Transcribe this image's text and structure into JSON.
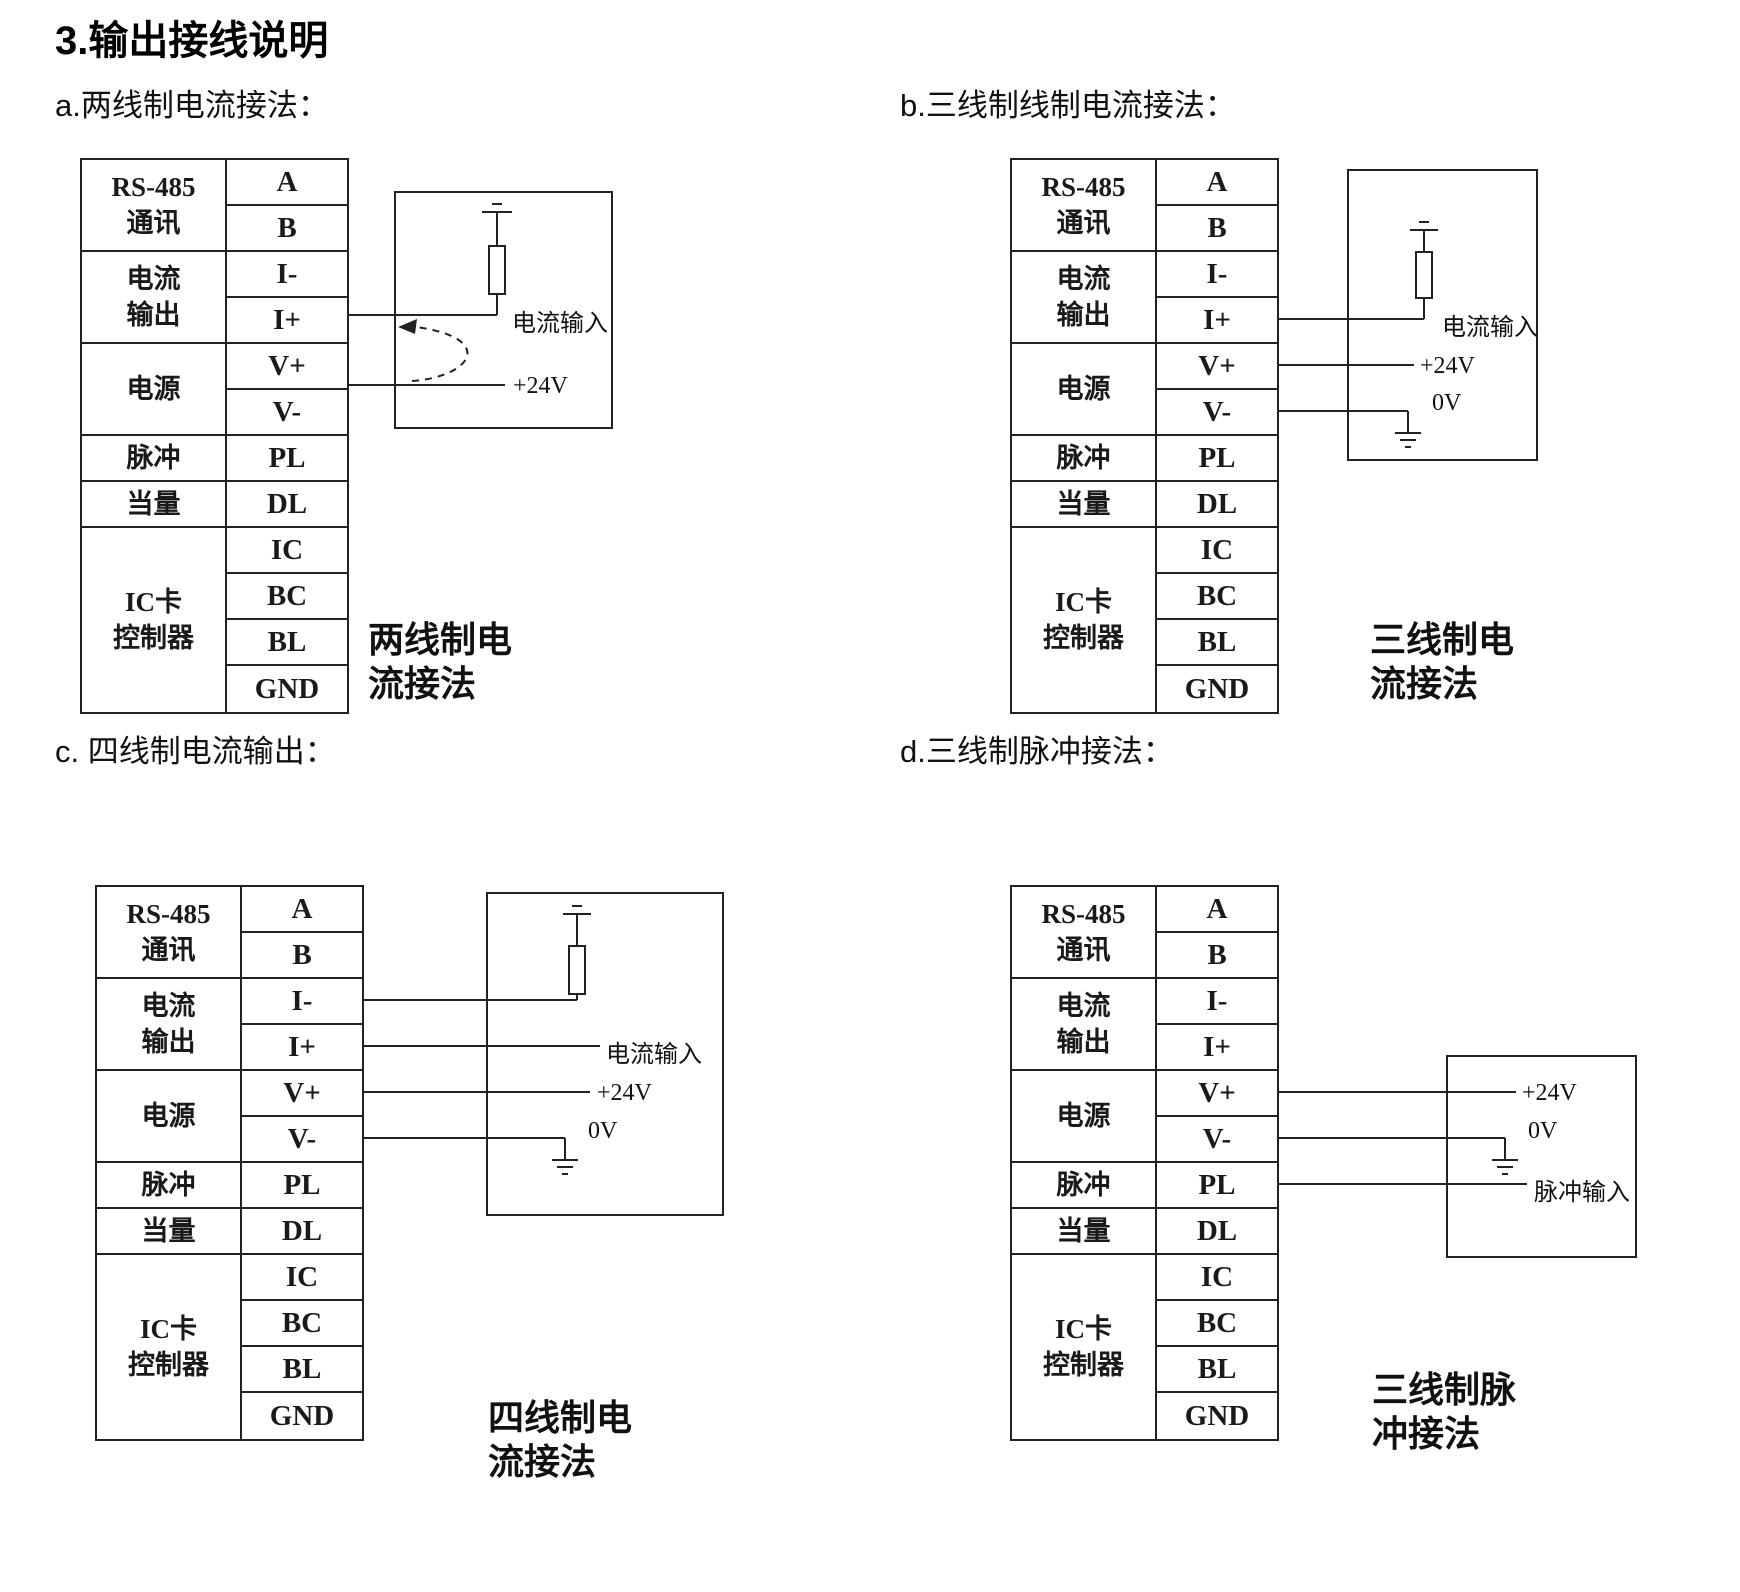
{
  "title": "3.输出接线说明",
  "terminal_table": {
    "groups": [
      {
        "line1": "RS-485",
        "line2": "通讯"
      },
      {
        "line1": "电流",
        "line2": "输出"
      },
      {
        "line1": "电源",
        "line2": ""
      },
      {
        "line1": "脉冲",
        "line2": ""
      },
      {
        "line1": "当量",
        "line2": ""
      },
      {
        "line1": "IC卡",
        "line2": "控制器"
      }
    ],
    "pins": [
      "A",
      "B",
      "I-",
      "I+",
      "V+",
      "V-",
      "PL",
      "DL",
      "IC",
      "BC",
      "BL",
      "GND"
    ]
  },
  "diagrams": {
    "a": {
      "header": "a.两线制电流接法：",
      "caption_line1": "两线制电",
      "caption_line2": "流接法",
      "labels": {
        "current_input": "电流输入",
        "plus24v": "+24V"
      }
    },
    "b": {
      "header": "b.三线制线制电流接法：",
      "caption_line1": "三线制电",
      "caption_line2": "流接法",
      "labels": {
        "current_input": "电流输入",
        "plus24v": "+24V",
        "zero_v": "0V"
      }
    },
    "c": {
      "header": "c. 四线制电流输出：",
      "caption_line1": "四线制电",
      "caption_line2": "流接法",
      "labels": {
        "current_input": "电流输入",
        "plus24v": "+24V",
        "zero_v": "0V"
      }
    },
    "d": {
      "header": "d.三线制脉冲接法：",
      "caption_line1": "三线制脉",
      "caption_line2": "冲接法",
      "labels": {
        "plus24v": "+24V",
        "zero_v": "0V",
        "pulse_input": "脉冲输入"
      }
    }
  }
}
